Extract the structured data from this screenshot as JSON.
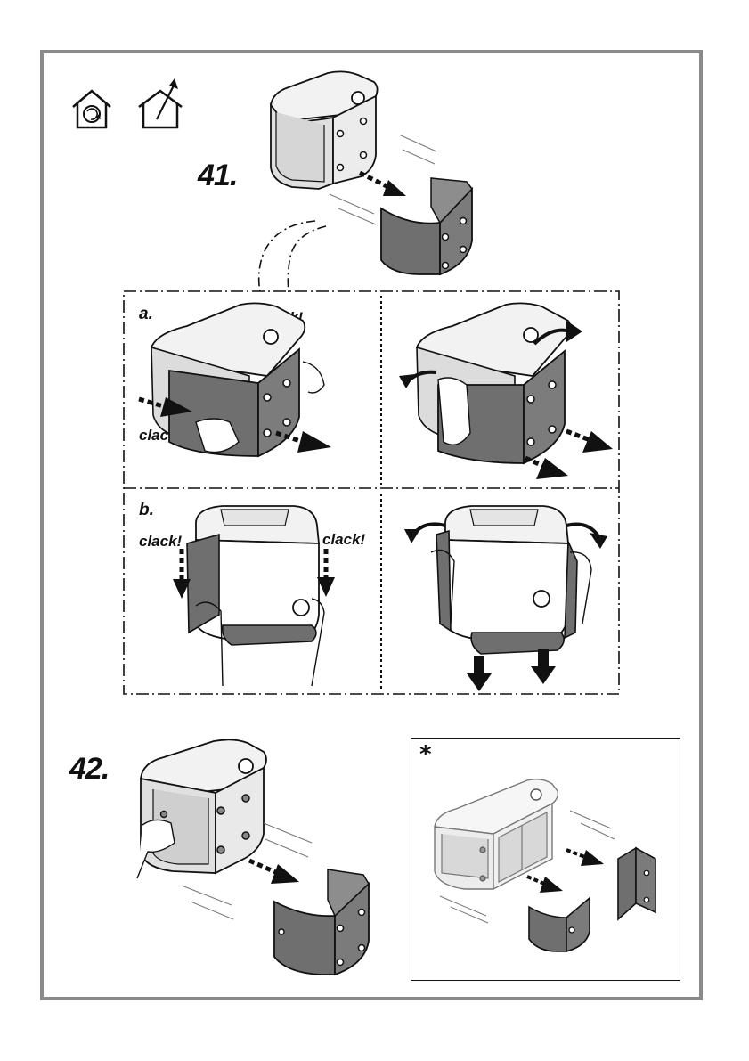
{
  "step41": {
    "number": "41."
  },
  "step42": {
    "number": "42."
  },
  "section_a": {
    "label": "a.",
    "clack_top": "clack!",
    "clack_left": "clack!"
  },
  "section_b": {
    "label": "b.",
    "clack_left": "clack!",
    "clack_right": "clack!"
  },
  "inset": {
    "marker": "*"
  },
  "icons": [
    "recirculation-mode-icon",
    "extraction-mode-icon"
  ],
  "colors": {
    "panel_gray": "#6f6f6f",
    "light_gray": "#e2e2e2",
    "frame": "#8a8a8a",
    "ink": "#111111"
  }
}
